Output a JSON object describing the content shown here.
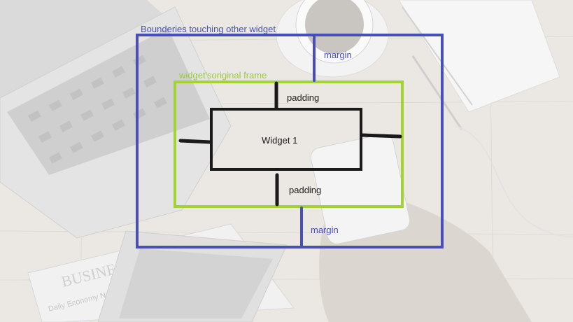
{
  "background": {
    "photo_text": [
      "BUSINESS NEWS",
      "Daily Economy News"
    ],
    "colors": {
      "desk": "#e9e7e3",
      "wood_line": "#dcd8d2",
      "laptop": "#d3d3d3",
      "keys": "#c4c4c4"
    }
  },
  "diagram": {
    "outer_label": "Bounderies touching other widget",
    "frame_label": "widget'soriginal frame",
    "widget_label": "Widget 1",
    "top_margin_label": "margin",
    "bottom_margin_label": "margin",
    "top_padding_label": "padding",
    "bottom_padding_label": "padding",
    "colors": {
      "margin": "#4a4fb8",
      "frame": "#a4d232",
      "widget": "#1a1a1a"
    }
  }
}
